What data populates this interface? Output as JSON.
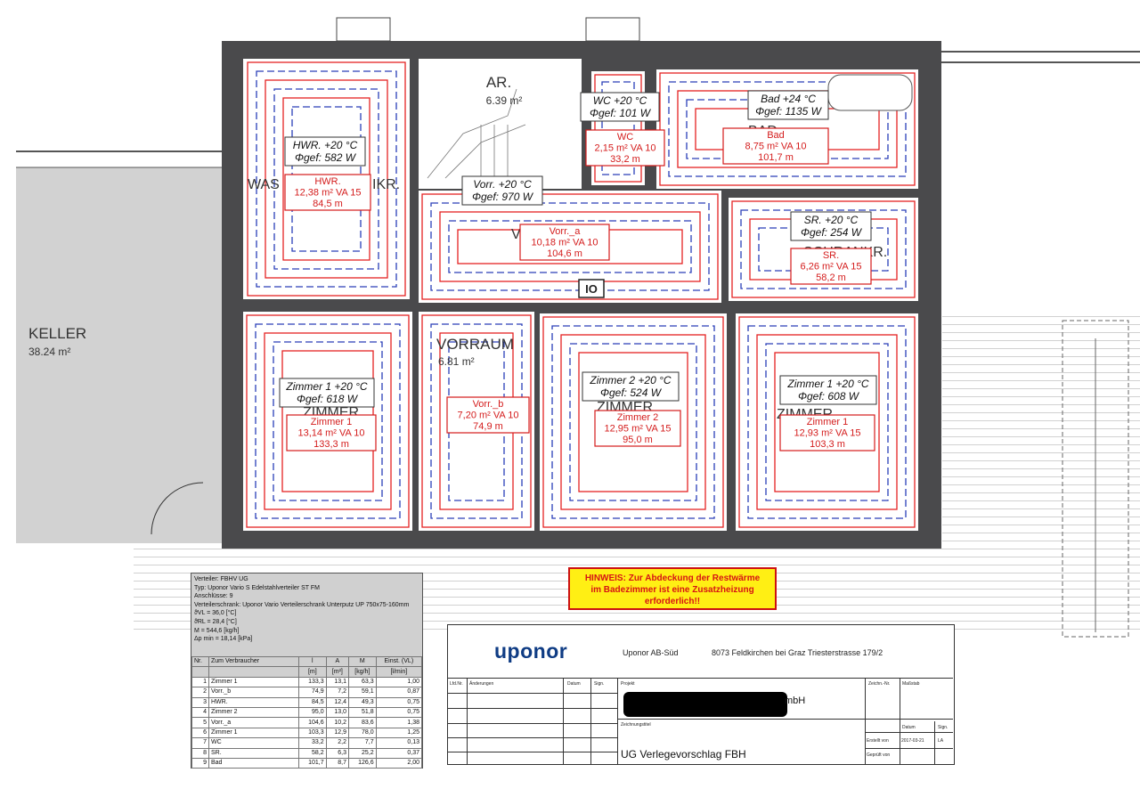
{
  "rooms": {
    "keller": {
      "name": "KELLER",
      "area": "38.24 m²"
    },
    "ar": {
      "name": "AR.",
      "area": "6.39 m²"
    },
    "vorraum": {
      "name": "VORRAUM",
      "area": "6.81 m²"
    },
    "partial_labels": {
      "was": "WAS",
      "ikr": "IKR.",
      "schrankr": "SCHRANKR.",
      "bad": "BAD",
      "zimmer_a": "ZIMMER",
      "zimmer_b": "ZIMMER",
      "zimmer_c": "ZIMMER",
      "v": "V"
    }
  },
  "room_tags": [
    {
      "id": "hwr",
      "l1": "HWR. +20 °C",
      "l2": "Φgef: 582 W"
    },
    {
      "id": "wc",
      "l1": "WC +20 °C",
      "l2": "Φgef: 101 W"
    },
    {
      "id": "bad",
      "l1": "Bad +24 °C",
      "l2": "Φgef: 1135 W"
    },
    {
      "id": "vorr",
      "l1": "Vorr. +20 °C",
      "l2": "Φgef: 970 W"
    },
    {
      "id": "sr",
      "l1": "SR. +20 °C",
      "l2": "Φgef: 254 W"
    },
    {
      "id": "zimmer1a",
      "l1": "Zimmer 1 +20 °C",
      "l2": "Φgef: 618 W"
    },
    {
      "id": "zimmer2",
      "l1": "Zimmer 2 +20 °C",
      "l2": "Φgef: 524 W"
    },
    {
      "id": "zimmer1b",
      "l1": "Zimmer 1 +20 °C",
      "l2": "Φgef: 608 W"
    }
  ],
  "circuit_tags": [
    {
      "id": "c-hwr",
      "l1": "HWR.",
      "l2": "12,38 m²  VA 15",
      "l3": "84,5 m"
    },
    {
      "id": "c-wc",
      "l1": "WC",
      "l2": "2,15 m²  VA 10",
      "l3": "33,2 m"
    },
    {
      "id": "c-bad",
      "l1": "Bad",
      "l2": "8,75 m²  VA 10",
      "l3": "101,7 m"
    },
    {
      "id": "c-vorra",
      "l1": "Vorr._a",
      "l2": "10,18 m²  VA 10",
      "l3": "104,6 m"
    },
    {
      "id": "c-sr",
      "l1": "SR.",
      "l2": "6,26 m²  VA 15",
      "l3": "58,2 m"
    },
    {
      "id": "c-zimmer1a",
      "l1": "Zimmer 1",
      "l2": "13,14 m²  VA 10",
      "l3": "133,3 m"
    },
    {
      "id": "c-vorrb",
      "l1": "Vorr._b",
      "l2": "7,20 m²  VA 10",
      "l3": "74,9 m"
    },
    {
      "id": "c-zimmer2",
      "l1": "Zimmer 2",
      "l2": "12,95 m²  VA 15",
      "l3": "95,0 m"
    },
    {
      "id": "c-zimmer1b",
      "l1": "Zimmer 1",
      "l2": "12,93 m²  VA 15",
      "l3": "103,3 m"
    }
  ],
  "distributor": {
    "header_lines": [
      "Verteiler: FBHV UG",
      "Typ: Uponor Vario S Edelstahlverteiler ST FM",
      "Anschlüsse: 9",
      "Verteilerschrank: Uponor Vario Verteilerschrank Unterputz UP 750x75-160mm",
      "ϑVL = 36,0 [°C]",
      "ϑRL = 28,4 [°C]",
      "M = 544,6 [kg/h]",
      "Δp min = 18,14 [kPa]"
    ],
    "columns": [
      "Nr.",
      "Zum Verbraucher",
      "l",
      "A",
      "M",
      "Einst. (VL)"
    ],
    "units": [
      "",
      "",
      "[m]",
      "[m²]",
      "[kg/h]",
      "[l/min]"
    ],
    "rows": [
      [
        "1",
        "Zimmer 1",
        "133,3",
        "13,1",
        "63,3",
        "1,00"
      ],
      [
        "2",
        "Vorr._b",
        "74,9",
        "7,2",
        "59,1",
        "0,87"
      ],
      [
        "3",
        "HWR.",
        "84,5",
        "12,4",
        "49,3",
        "0,75"
      ],
      [
        "4",
        "Zimmer 2",
        "95,0",
        "13,0",
        "51,8",
        "0,75"
      ],
      [
        "5",
        "Vorr._a",
        "104,6",
        "10,2",
        "83,6",
        "1,38"
      ],
      [
        "6",
        "Zimmer 1",
        "103,3",
        "12,9",
        "78,0",
        "1,25"
      ],
      [
        "7",
        "WC",
        "33,2",
        "2,2",
        "7,7",
        "0,13"
      ],
      [
        "8",
        "SR.",
        "58,2",
        "6,3",
        "25,2",
        "0,37"
      ],
      [
        "9",
        "Bad",
        "101,7",
        "8,7",
        "126,6",
        "2,00"
      ]
    ]
  },
  "note": {
    "line1": "HINWEIS: Zur Abdeckung der Restwärme",
    "line2": "im Badezimmer ist eine Zusatzheizung",
    "line3": "erforderlich!!"
  },
  "title_block": {
    "logo": "uponor",
    "company": "Uponor AB-Süd",
    "address": "8073 Feldkirchen bei Graz Triesterstrasse 179/2",
    "col_nr": "Lfd.Nr.",
    "col_changes": "Änderungen",
    "col_date": "Datum",
    "col_sign": "Sign.",
    "project_label": "Projekt",
    "project_suffix": "mbH",
    "drawing_title_label": "Zeichnungstitel",
    "drawing_no_label": "Zeichn.-Nr.",
    "scale_label": "Maßstab",
    "date_label": "Datum",
    "sign_label": "Sign.",
    "created_label": "Erstellt von",
    "checked_label": "Geprüft von",
    "created_date": "2017-03-21",
    "created_sign": "LA",
    "drawing_title": "UG Verlegevorschlag FBH"
  },
  "colors": {
    "wall": "#4a4a4c",
    "pipe_red": "#e52222",
    "pipe_blue": "#2a3fb8",
    "tag_red": "#d41c1c",
    "logo_blue": "#0f3c84",
    "note_fill": "#ffef14"
  },
  "icons": {
    "distributor": "distributor-symbol",
    "bathtub": "bathtub-outline"
  }
}
